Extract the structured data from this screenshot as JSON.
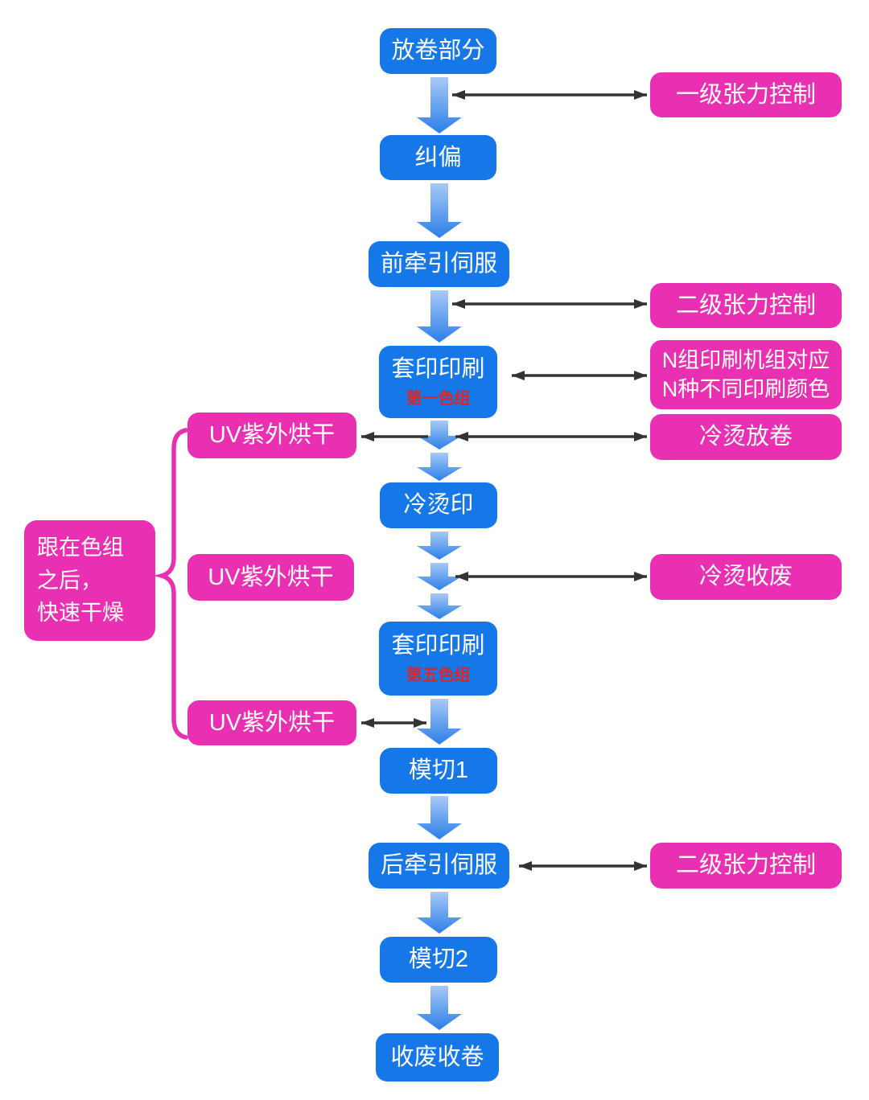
{
  "flow": {
    "unwind": "放卷部分",
    "correction": "纠偏",
    "front_traction": "前牵引伺服",
    "print_first": {
      "label": "套印印刷",
      "sub": "第一色组"
    },
    "cold_foil": "冷烫印",
    "print_fifth": {
      "label": "套印印刷",
      "sub": "第五色组"
    },
    "die_cut_1": "模切1",
    "rear_traction": "后牵引伺服",
    "die_cut_2": "模切2",
    "waste_rewind": "收废收卷"
  },
  "right_annotations": {
    "tension_level1": "一级张力控制",
    "tension_level2_top": "二级张力控制",
    "n_groups_line1": "N组印刷机组对应",
    "n_groups_line2": "N种不同印刷颜色",
    "cold_foil_unwind": "冷烫放卷",
    "cold_foil_waste": "冷烫收废",
    "tension_level2_bottom": "二级张力控制"
  },
  "left_annotations": {
    "uv_dry_1": "UV紫外烘干",
    "uv_dry_2": "UV紫外烘干",
    "uv_dry_3": "UV紫外烘干",
    "note_line1": "跟在色组",
    "note_line2": "之后，",
    "note_line3": "快速干燥"
  },
  "colors": {
    "node_blue": "#1677e8",
    "node_pink": "#ea30b2",
    "sub_label_red": "#e02422",
    "link_arrow_black": "#333333",
    "flow_arrow_top": "#a8c9f5",
    "flow_arrow_bottom": "#2b7fe9",
    "background": "#ffffff"
  }
}
